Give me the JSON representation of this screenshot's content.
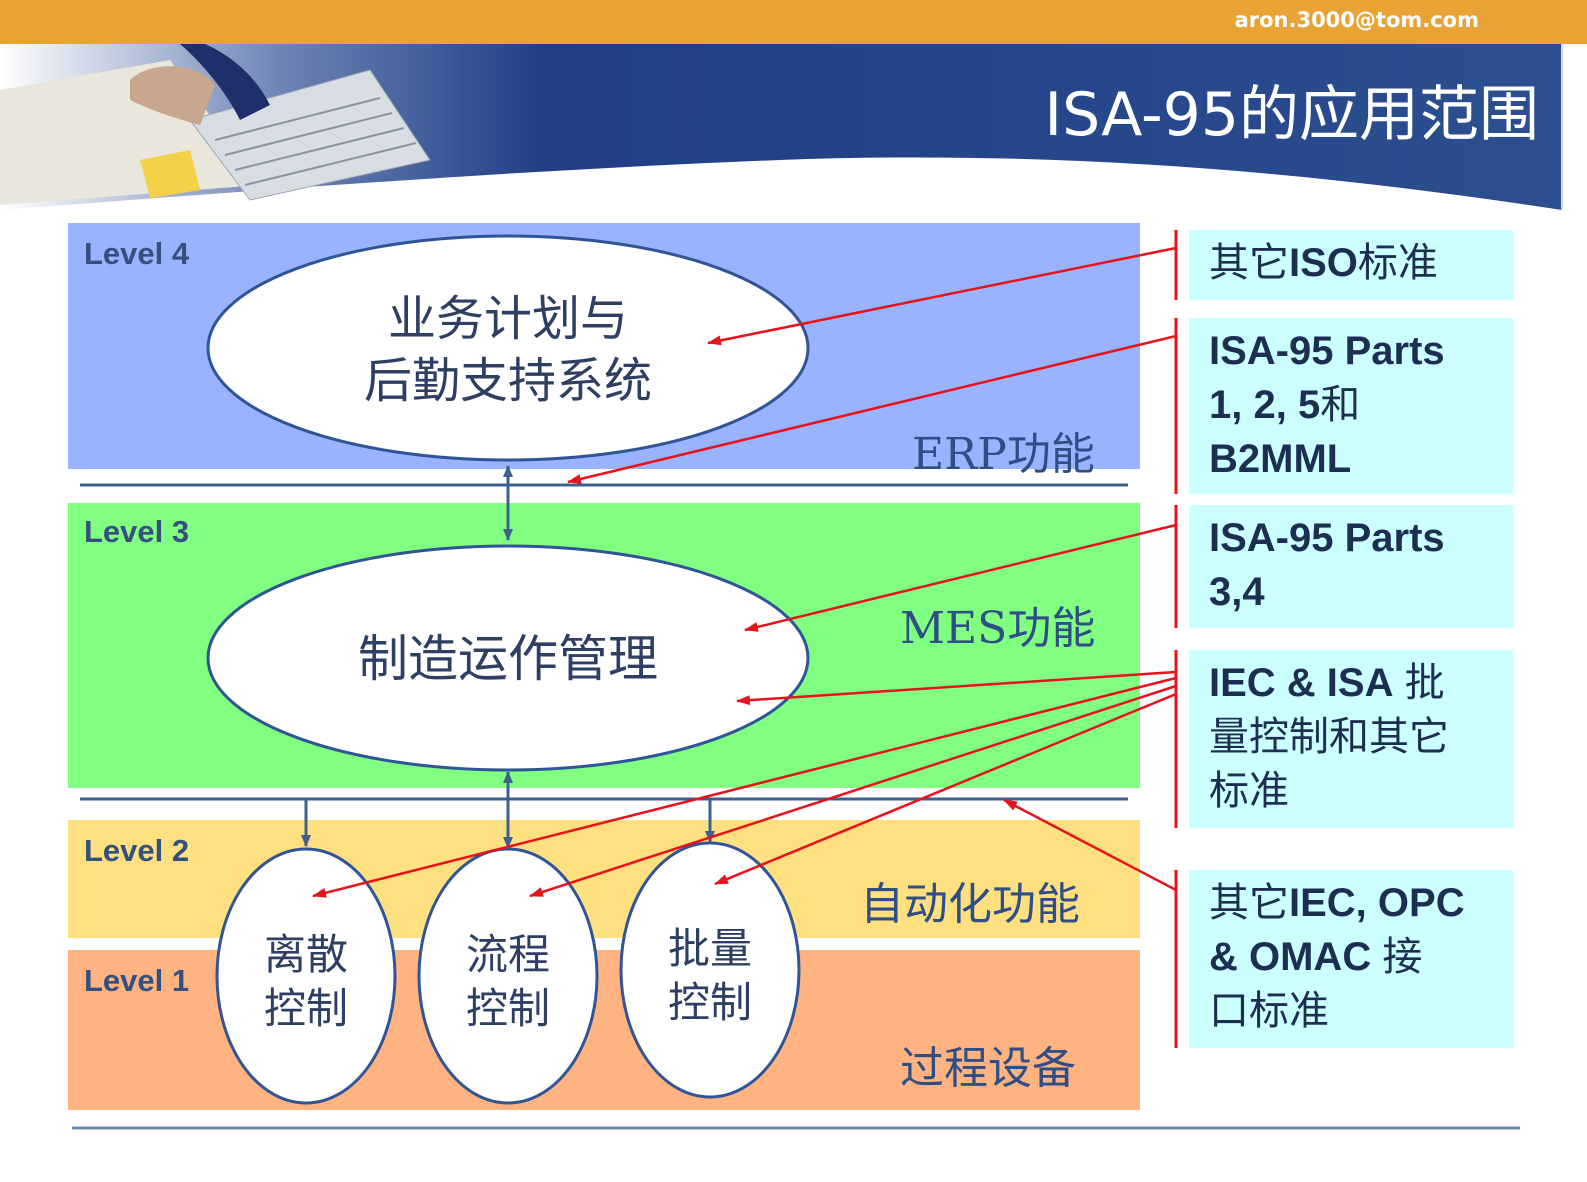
{
  "header": {
    "email": "aron.3000@tom.com",
    "title": "ISA-95的应用范围"
  },
  "levels": {
    "level4": "Level 4",
    "level3": "Level 3",
    "level2": "Level 2",
    "level1": "Level 1"
  },
  "functions": {
    "erp": "ERP功能",
    "mes": "MES功能",
    "automation": "自动化功能",
    "process": "过程设备"
  },
  "nodes": {
    "business_line1": "业务计划与",
    "business_line2": "后勤支持系统",
    "mfg_ops": "制造运作管理",
    "discrete_line1": "离散",
    "discrete_line2": "控制",
    "continuous_line1": "流程",
    "continuous_line2": "控制",
    "batch_line1": "批量",
    "batch_line2": "控制"
  },
  "standards": [
    {
      "id": "other-iso",
      "parts": [
        [
          "其它",
          false
        ],
        [
          "ISO",
          true
        ],
        [
          "标准",
          false
        ]
      ]
    },
    {
      "id": "isa95-1-2-5",
      "parts": [
        [
          "ISA-95 Parts",
          true
        ],
        [
          "\n",
          false
        ],
        [
          "1, 2, 5",
          true
        ],
        [
          "和",
          false
        ],
        [
          "\n",
          false
        ],
        [
          "B2MML",
          true
        ]
      ]
    },
    {
      "id": "isa95-3-4",
      "parts": [
        [
          "ISA-95 Parts",
          true
        ],
        [
          "\n",
          false
        ],
        [
          "3,4",
          true
        ]
      ]
    },
    {
      "id": "iec-isa-batch",
      "parts": [
        [
          "IEC & ISA",
          true
        ],
        [
          " 批",
          false
        ],
        [
          "\n",
          false
        ],
        [
          "量控制和其它",
          false
        ],
        [
          "\n",
          false
        ],
        [
          "标准",
          false
        ]
      ]
    },
    {
      "id": "other-iec-opc",
      "parts": [
        [
          "其它",
          false
        ],
        [
          "IEC, OPC",
          true
        ],
        [
          "\n",
          false
        ],
        [
          "&  OMAC",
          true
        ],
        [
          " 接",
          false
        ],
        [
          "\n",
          false
        ],
        [
          "口标准",
          false
        ]
      ]
    }
  ],
  "colors": {
    "orange_bar": "#e9a335",
    "header_blue": "#2c4f8f",
    "level4_bg": "#99b3ff",
    "level3_bg": "#80ff80",
    "level2_bg": "#ffe080",
    "level1_bg": "#ffb380",
    "standard_bg": "#ccffff",
    "arrow_red": "#e8121c",
    "line_blue": "#3f5f8f"
  }
}
